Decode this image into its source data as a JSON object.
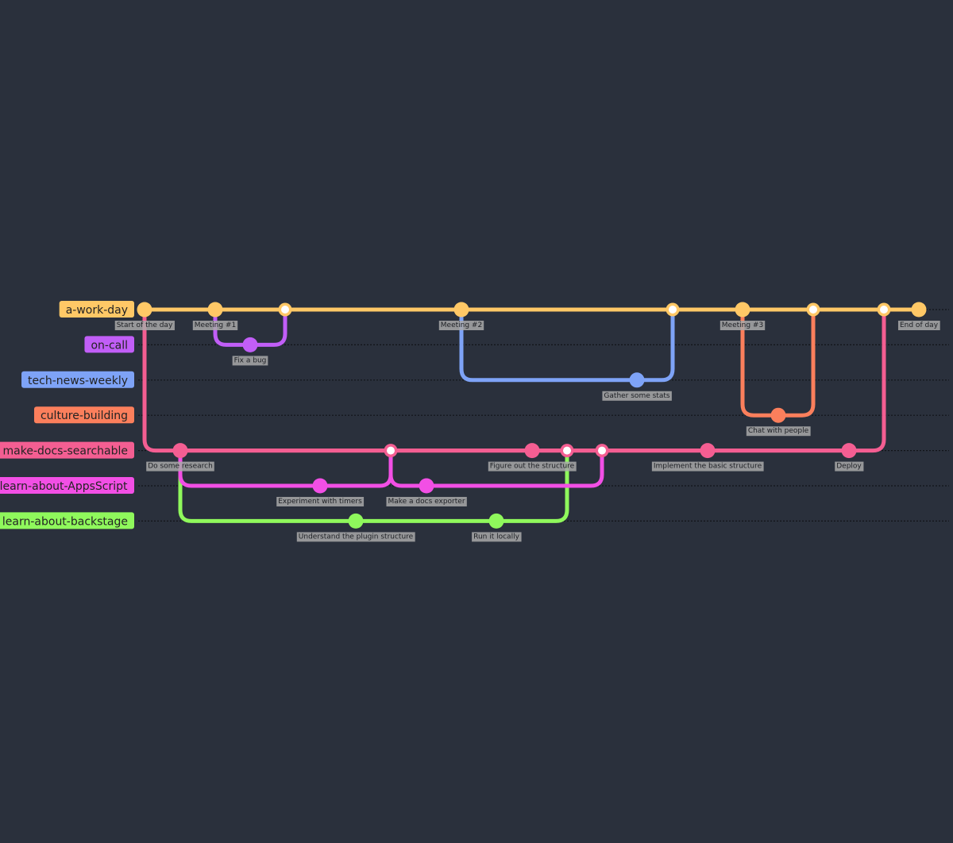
{
  "branches": [
    {
      "id": "a-work-day",
      "name": "a-work-day",
      "color": "#ffc866"
    },
    {
      "id": "on-call",
      "name": "on-call",
      "color": "#c15ef7"
    },
    {
      "id": "tech-news-weekly",
      "name": "tech-news-weekly",
      "color": "#7ea3f7"
    },
    {
      "id": "culture-building",
      "name": "culture-building",
      "color": "#fb7f5c"
    },
    {
      "id": "make-docs-searchable",
      "name": "make-docs-searchable",
      "color": "#f45e92"
    },
    {
      "id": "learn-about-AppsScript",
      "name": "learn-about-AppsScript",
      "color": "#f24fe5"
    },
    {
      "id": "learn-about-backstage",
      "name": "learn-about-backstage",
      "color": "#8ff85c"
    }
  ],
  "commits": [
    {
      "id": "c1",
      "label": "Start of the day",
      "branch": "a-work-day",
      "type": "normal"
    },
    {
      "id": "c2",
      "label": "Meeting #1",
      "branch": "a-work-day",
      "type": "normal"
    },
    {
      "id": "c3",
      "label": "Fix a bug",
      "branch": "on-call",
      "type": "normal"
    },
    {
      "id": "c4",
      "label": "",
      "branch": "a-work-day",
      "type": "merge"
    },
    {
      "id": "c5",
      "label": "Meeting #2",
      "branch": "a-work-day",
      "type": "normal"
    },
    {
      "id": "c6",
      "label": "Gather some stats",
      "branch": "tech-news-weekly",
      "type": "normal"
    },
    {
      "id": "c7",
      "label": "",
      "branch": "a-work-day",
      "type": "merge"
    },
    {
      "id": "c8",
      "label": "Meeting #3",
      "branch": "a-work-day",
      "type": "normal"
    },
    {
      "id": "c9",
      "label": "Chat with people",
      "branch": "culture-building",
      "type": "normal"
    },
    {
      "id": "c10",
      "label": "",
      "branch": "a-work-day",
      "type": "merge"
    },
    {
      "id": "c11",
      "label": "",
      "branch": "a-work-day",
      "type": "merge"
    },
    {
      "id": "c12",
      "label": "End of day",
      "branch": "a-work-day",
      "type": "normal"
    },
    {
      "id": "d1",
      "label": "Do some research",
      "branch": "make-docs-searchable",
      "type": "normal"
    },
    {
      "id": "d2",
      "label": "",
      "branch": "make-docs-searchable",
      "type": "merge"
    },
    {
      "id": "d3",
      "label": "Figure out the structure",
      "branch": "make-docs-searchable",
      "type": "normal"
    },
    {
      "id": "d4",
      "label": "",
      "branch": "make-docs-searchable",
      "type": "merge"
    },
    {
      "id": "d5",
      "label": "",
      "branch": "make-docs-searchable",
      "type": "merge"
    },
    {
      "id": "d6",
      "label": "Implement the basic structure",
      "branch": "make-docs-searchable",
      "type": "normal"
    },
    {
      "id": "d7",
      "label": "Deploy",
      "branch": "make-docs-searchable",
      "type": "normal"
    },
    {
      "id": "e1",
      "label": "Experiment with timers",
      "branch": "learn-about-AppsScript",
      "type": "normal"
    },
    {
      "id": "e2",
      "label": "Make a docs exporter",
      "branch": "learn-about-AppsScript",
      "type": "normal"
    },
    {
      "id": "f1",
      "label": "Understand the plugin structure",
      "branch": "learn-about-backstage",
      "type": "normal"
    },
    {
      "id": "f2",
      "label": "Run it locally",
      "branch": "learn-about-backstage",
      "type": "normal"
    }
  ],
  "connections": [
    {
      "from": "a-work-day",
      "to": "on-call",
      "fromCommit": "c2",
      "toCommit": "c4",
      "kind": "branch-merge"
    },
    {
      "from": "a-work-day",
      "to": "tech-news-weekly",
      "fromCommit": "c5",
      "toCommit": "c7",
      "kind": "branch-merge"
    },
    {
      "from": "a-work-day",
      "to": "culture-building",
      "fromCommit": "c8",
      "toCommit": "c10",
      "kind": "branch-merge"
    },
    {
      "from": "a-work-day",
      "to": "make-docs-searchable",
      "fromCommit": "c1",
      "toCommit": "c11",
      "kind": "branch-merge"
    },
    {
      "from": "make-docs-searchable",
      "to": "learn-about-AppsScript",
      "fromCommit": "d1",
      "toCommit": "d2",
      "kind": "branch-merge"
    },
    {
      "from": "make-docs-searchable",
      "to": "learn-about-AppsScript",
      "fromCommit": "d2",
      "toCommit": "d5",
      "kind": "branch-merge"
    },
    {
      "from": "make-docs-searchable",
      "to": "learn-about-backstage",
      "fromCommit": "d1",
      "toCommit": "d4",
      "kind": "branch-merge"
    }
  ]
}
